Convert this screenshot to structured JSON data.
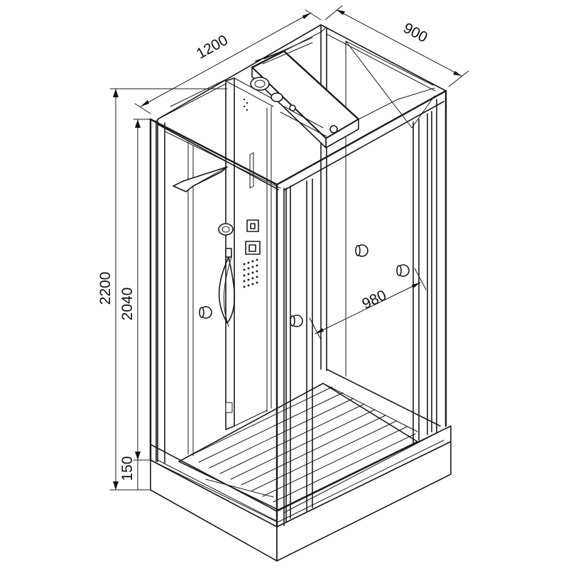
{
  "dimensions": {
    "width": "1200",
    "depth": "900",
    "total_height": "2200",
    "cabin_height": "2040",
    "tray_height": "150",
    "door_opening": "980"
  }
}
